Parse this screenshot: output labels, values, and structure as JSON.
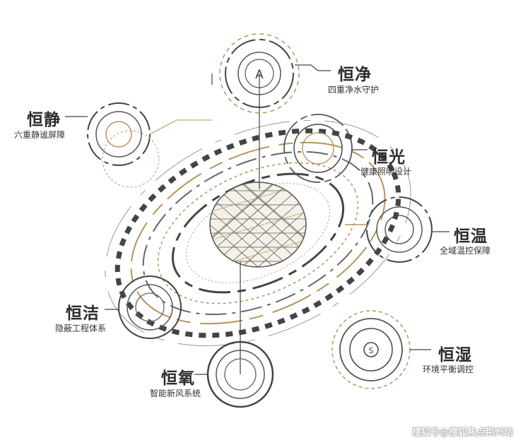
{
  "features": [
    {
      "key": "jing_clean",
      "title": "恒净",
      "subtitle": "四重净水守护"
    },
    {
      "key": "jing_quiet",
      "title": "恒静",
      "subtitle": "六重静谧屏障"
    },
    {
      "key": "guang",
      "title": "恒光",
      "subtitle": "健康照明设计"
    },
    {
      "key": "wen",
      "title": "恒温",
      "subtitle": "全域温控保障"
    },
    {
      "key": "jie",
      "title": "恒洁",
      "subtitle": "隐蔽工程体系"
    },
    {
      "key": "shi",
      "title": "恒湿",
      "subtitle": "环境平衡调控"
    },
    {
      "key": "yang",
      "title": "恒氧",
      "subtitle": "智能新风系统"
    }
  ],
  "center_badge": "A",
  "fan_symbol": "S",
  "watermark": "搜狐号@搜狐焦点荆州站",
  "colors": {
    "gold": "#b8935a",
    "dark": "#3a3a3a",
    "gray": "#8a8a8a"
  }
}
